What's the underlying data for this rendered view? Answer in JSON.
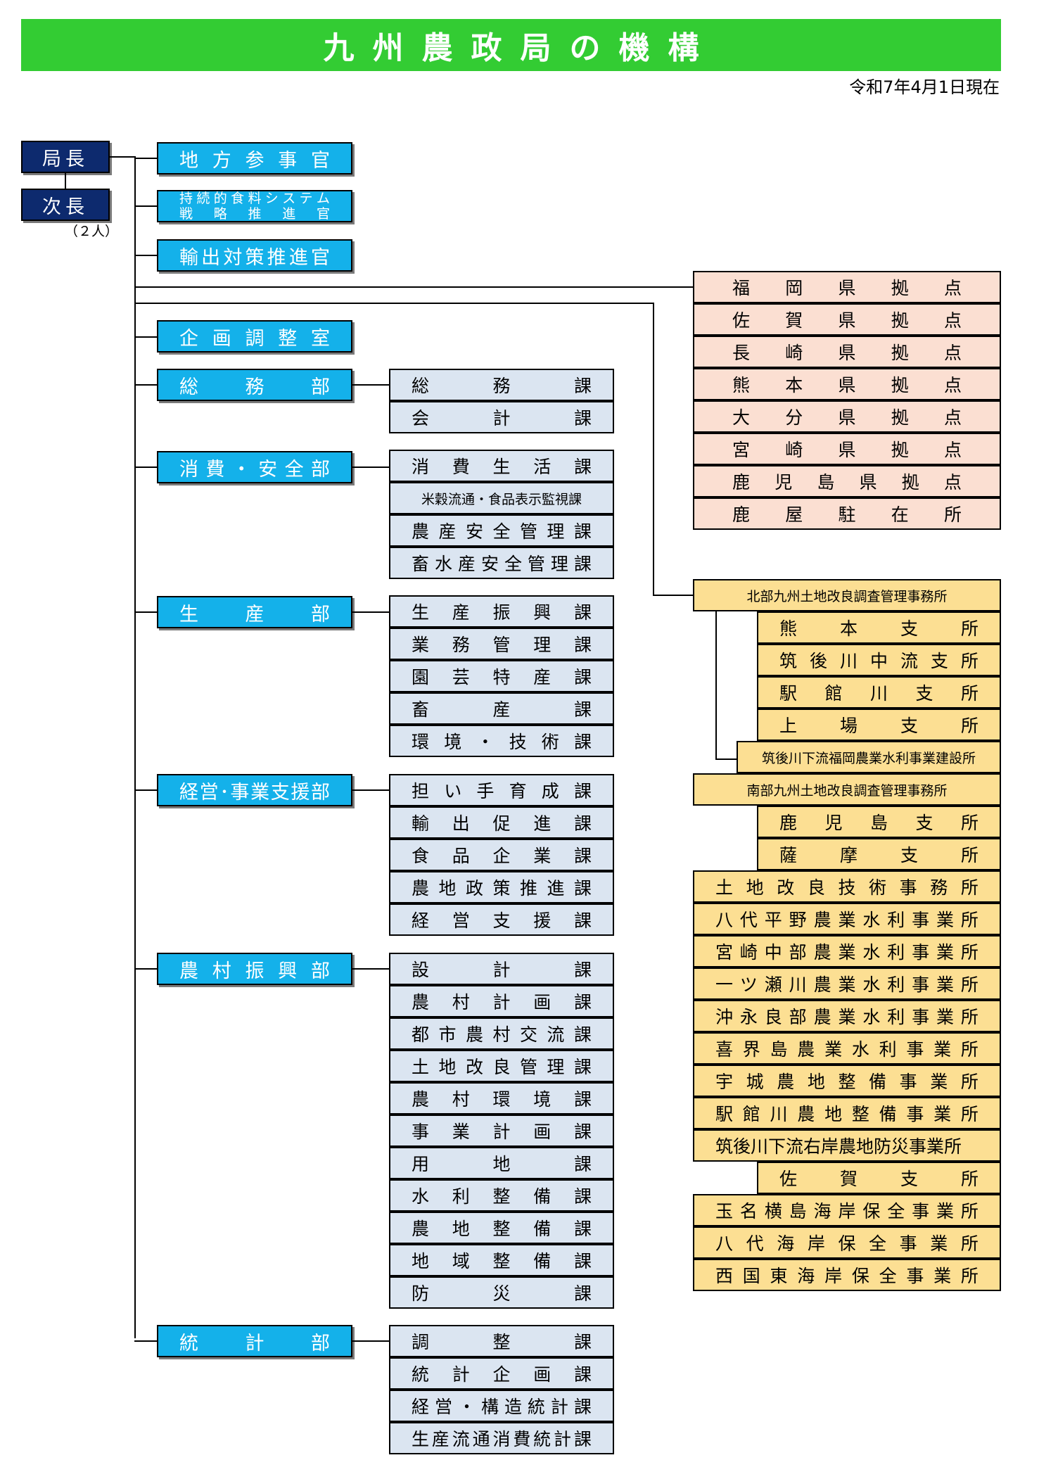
{
  "title": "九州農政局の機構",
  "date": "令和7年4月1日現在",
  "chiefs": {
    "director": "局長",
    "deputy": "次長",
    "deputy_note": "（２人）"
  },
  "staff": [
    "地方参事官",
    [
      "持続的食料システム",
      "戦略推進官"
    ],
    "輸出対策推進官"
  ],
  "planning_office": "企画調整室",
  "departments": [
    {
      "name": "総務部",
      "sections": [
        "総務課",
        "会計課"
      ]
    },
    {
      "name": "消費・安全部",
      "sections": [
        "消費生活課",
        "米穀流通・食品表示監視課",
        "農産安全管理課",
        "畜水産安全管理課"
      ]
    },
    {
      "name": "生産部",
      "sections": [
        "生産振興課",
        "業務管理課",
        "園芸特産課",
        "畜産課",
        "環境・技術課"
      ]
    },
    {
      "name": "経営･事業支援部",
      "sections": [
        "担い手育成課",
        "輸出促進課",
        "食品企業課",
        "農地政策推進課",
        "経営支援課"
      ]
    },
    {
      "name": "農村振興部",
      "sections": [
        "設計課",
        "農村計画課",
        "都市農村交流課",
        "土地改良管理課",
        "農村環境課",
        "事業計画課",
        "用地課",
        "水利整備課",
        "農地整備課",
        "地域整備課",
        "防災課"
      ]
    },
    {
      "name": "統計部",
      "sections": [
        "調整課",
        "統計企画課",
        "経営・構造統計課",
        "生産流通消費統計課"
      ]
    }
  ],
  "bases": [
    "福岡県拠点",
    "佐賀県拠点",
    "長崎県拠点",
    "熊本県拠点",
    "大分県拠点",
    "宮崎県拠点",
    "鹿児島県拠点",
    "鹿屋駐在所"
  ],
  "field_offices": {
    "north": {
      "name": "北部九州土地改良調査管理事務所",
      "branches": [
        "熊本支所",
        "筑後川中流支所",
        "駅館川支所",
        "上場支所"
      ],
      "extra": "筑後川下流福岡農業水利事業建設所"
    },
    "south": {
      "name": "南部九州土地改良調査管理事務所",
      "branches": [
        "鹿児島支所",
        "薩摩支所"
      ]
    },
    "offices": [
      "土地改良技術事務所",
      "八代平野農業水利事業所",
      "宮崎中部農業水利事業所",
      "一ツ瀬川農業水利事業所",
      "沖永良部農業水利事業所",
      "喜界島農業水利事業所",
      "宇城農地整備事業所",
      "駅館川農地整備事業所",
      "筑後川下流右岸農地防災事業所"
    ],
    "saga_branch": "佐賀支所",
    "coast": [
      "玉名横島海岸保全事業所",
      "八代海岸保全事業所",
      "西国東海岸保全事業所"
    ]
  },
  "colors": {
    "title_bar": "#33cc33",
    "top": "#0d2a6e",
    "department": "#14b1ea",
    "section": "#dbe5f1",
    "base": "#fbdfd2",
    "field": "#fcdf93"
  }
}
